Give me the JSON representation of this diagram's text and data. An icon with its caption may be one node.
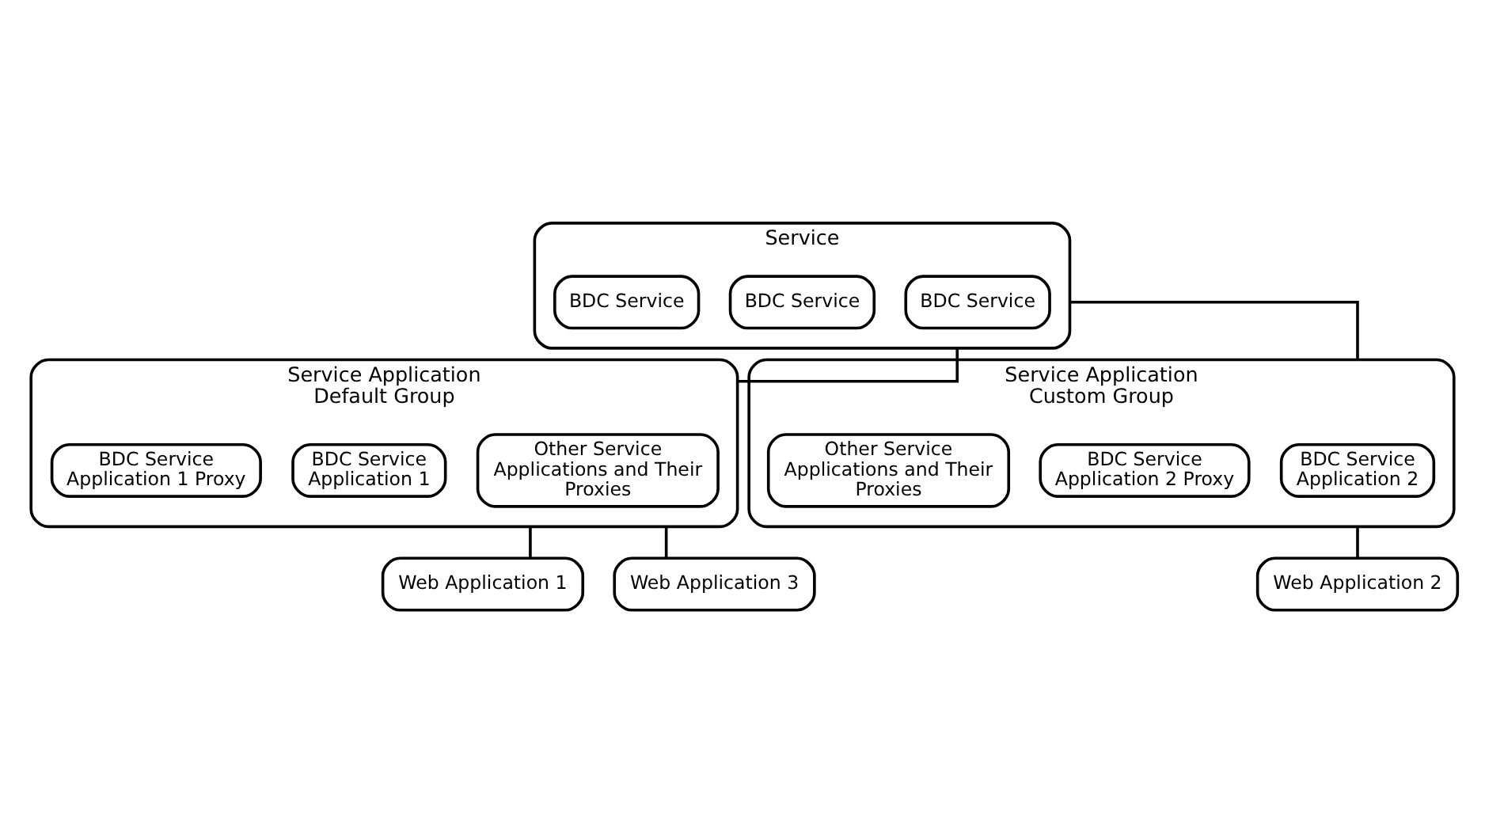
{
  "diagram": {
    "nodes": [
      {
        "text": [
          "Service"
        ]
      },
      {
        "text": [
          "BDC Service"
        ],
        "in": 0
      },
      {
        "text": [
          "BDC Service"
        ],
        "in": 0
      },
      {
        "text": [
          "BDC Service"
        ],
        "in": 0
      },
      {
        "text": [
          "Service Application Default Group"
        ]
      },
      {
        "text": [
          "Other Service Applications and Their Proxies"
        ],
        "in": 4
      },
      {
        "text": [
          "BDC Service Application 1"
        ],
        "in": 4
      },
      {
        "text": [
          "BDC Service Application 1 Proxy"
        ],
        "in": 4
      },
      {
        "text": [
          "Service Application Custom Group"
        ]
      },
      {
        "text": [
          "BDC Service Application 2"
        ],
        "in": 8
      },
      {
        "text": [
          "BDC Service Application 2 Proxy"
        ],
        "in": 8
      },
      {
        "text": [
          "Other Service Applications and Their Proxies"
        ],
        "in": 8
      },
      {
        "text": [
          "Web Application 1"
        ]
      },
      {
        "text": [
          "Web Application 3"
        ]
      },
      {
        "text": [
          "Web Application 2"
        ]
      }
    ],
    "edges": [
      {
        "from": 0,
        "to": 4,
        "arrow": "none"
      },
      {
        "from": 0,
        "to": 8,
        "arrow": "none"
      },
      {
        "from": 4,
        "to": 12,
        "arrow": "none"
      },
      {
        "from": 4,
        "to": 13,
        "arrow": "none"
      },
      {
        "from": 8,
        "to": 14,
        "arrow": "none"
      }
    ]
  }
}
